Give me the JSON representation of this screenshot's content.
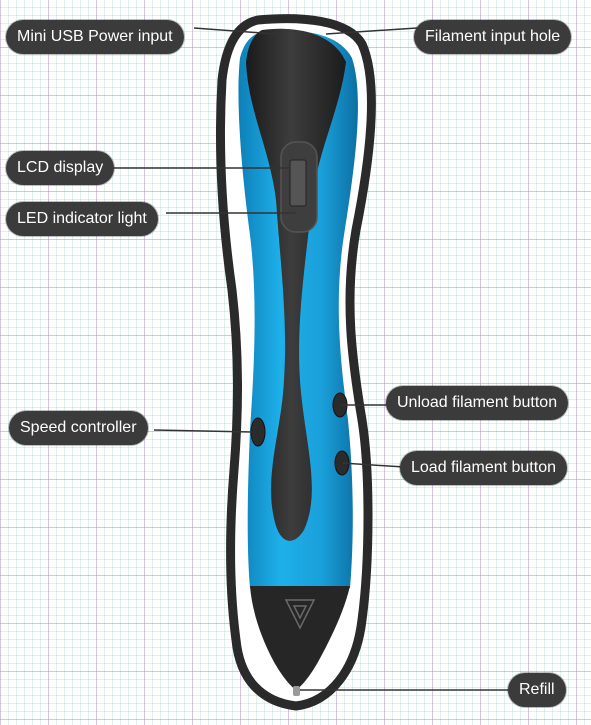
{
  "labels": {
    "mini_usb": "Mini USB Power input",
    "filament_hole": "Filament input hole",
    "lcd": "LCD display",
    "led": "LED indicator light",
    "speed": "Speed controller",
    "unload": "Unload filament button",
    "load": "Load filament button",
    "refill": "Refill"
  },
  "colors": {
    "pen_body": "#1aa3dc",
    "pen_dark": "#2b2b2b",
    "callout_bg": "#3b3b3b",
    "callout_text": "#ffffff"
  }
}
